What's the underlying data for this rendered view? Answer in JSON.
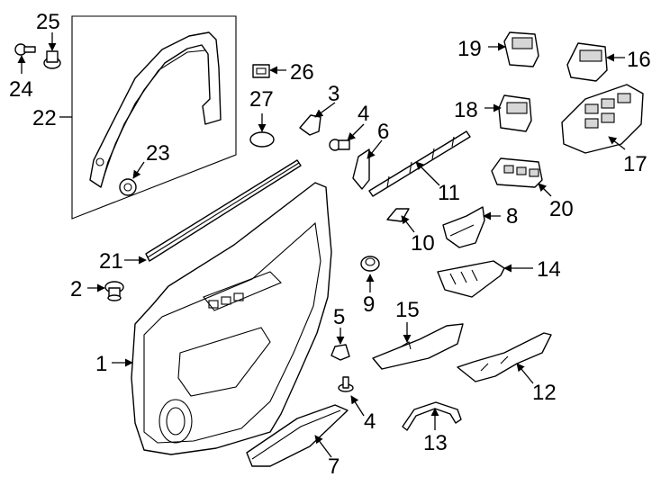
{
  "diagram": {
    "callouts": {
      "c1": "1",
      "c2": "2",
      "c3": "3",
      "c4a": "4",
      "c4b": "4",
      "c5": "5",
      "c6": "6",
      "c7": "7",
      "c8": "8",
      "c9": "9",
      "c10": "10",
      "c11": "11",
      "c12": "12",
      "c13": "13",
      "c14": "14",
      "c15": "15",
      "c16": "16",
      "c17": "17",
      "c18": "18",
      "c19": "19",
      "c20": "20",
      "c21": "21",
      "c22": "22",
      "c23": "23",
      "c24": "24",
      "c25": "25",
      "c26": "26",
      "c27": "27"
    }
  }
}
